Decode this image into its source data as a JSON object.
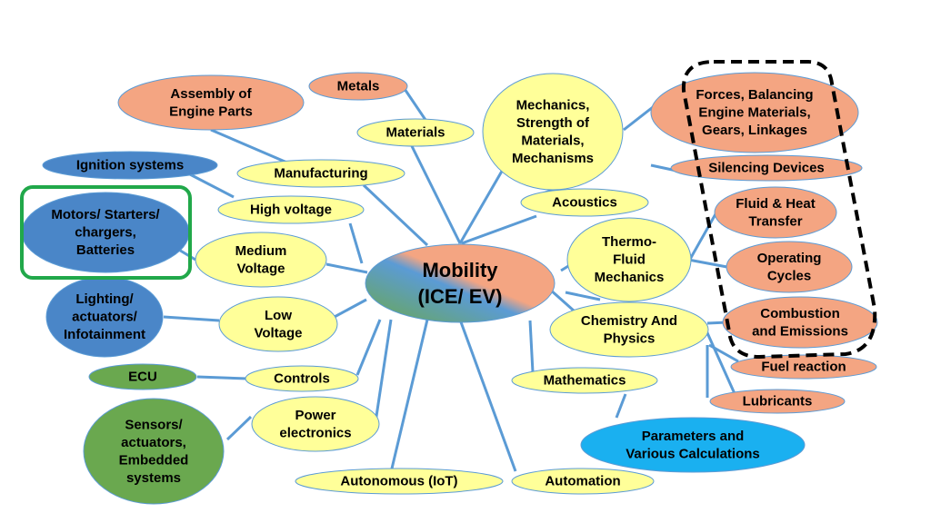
{
  "colors": {
    "link": "#5b9bd5",
    "yellow": "#ffff99",
    "salmon": "#f4a582",
    "blue_dark": "#4a86c8",
    "green": "#6aa84f",
    "cyan": "#1ab0f0",
    "center_green": "#6aa84f",
    "center_blue": "#5b9bd5",
    "center_salmon": "#f4a582",
    "highlight_green": "#21a84a",
    "highlight_dashed": "#000000",
    "text": "#000000"
  },
  "center": {
    "lines": [
      "Mobility",
      "(ICE/ EV)"
    ]
  },
  "nodes": [
    {
      "id": "assembly",
      "lines": [
        "Assembly  of",
        "Engine Parts"
      ]
    },
    {
      "id": "metals",
      "lines": [
        "Metals"
      ]
    },
    {
      "id": "materials",
      "lines": [
        "Materials"
      ]
    },
    {
      "id": "mechanics",
      "lines": [
        "Mechanics,",
        "Strength of",
        "Materials,",
        "Mechanisms"
      ]
    },
    {
      "id": "forces",
      "lines": [
        "Forces, Balancing",
        "Engine Materials,",
        "Gears, Linkages"
      ]
    },
    {
      "id": "ignition",
      "lines": [
        "Ignition systems"
      ]
    },
    {
      "id": "manufacturing",
      "lines": [
        "Manufacturing"
      ]
    },
    {
      "id": "silencing",
      "lines": [
        "Silencing Devices"
      ]
    },
    {
      "id": "highvoltage",
      "lines": [
        "High voltage"
      ]
    },
    {
      "id": "acoustics",
      "lines": [
        "Acoustics"
      ]
    },
    {
      "id": "motors",
      "lines": [
        "Motors/ Starters/",
        "chargers,",
        "Batteries"
      ]
    },
    {
      "id": "fluidheat",
      "lines": [
        "Fluid & Heat",
        "Transfer"
      ]
    },
    {
      "id": "mediumvoltage",
      "lines": [
        "Medium",
        "Voltage"
      ]
    },
    {
      "id": "thermo",
      "lines": [
        "Thermo-",
        "Fluid",
        "Mechanics"
      ]
    },
    {
      "id": "operating",
      "lines": [
        "Operating",
        "Cycles"
      ]
    },
    {
      "id": "lighting",
      "lines": [
        "Lighting/",
        "actuators/",
        "Infotainment"
      ]
    },
    {
      "id": "lowvoltage",
      "lines": [
        "Low",
        "Voltage"
      ]
    },
    {
      "id": "chemistry",
      "lines": [
        "Chemistry And",
        "Physics"
      ]
    },
    {
      "id": "combustion",
      "lines": [
        "Combustion",
        "and Emissions"
      ]
    },
    {
      "id": "ecu",
      "lines": [
        "ECU"
      ]
    },
    {
      "id": "controls",
      "lines": [
        "Controls"
      ]
    },
    {
      "id": "mathematics",
      "lines": [
        "Mathematics"
      ]
    },
    {
      "id": "fuel",
      "lines": [
        "Fuel reaction"
      ]
    },
    {
      "id": "lubricants",
      "lines": [
        "Lubricants"
      ]
    },
    {
      "id": "sensors",
      "lines": [
        "Sensors/",
        "actuators,",
        "Embedded",
        "systems"
      ]
    },
    {
      "id": "power",
      "lines": [
        "Power",
        "electronics"
      ]
    },
    {
      "id": "parameters",
      "lines": [
        "Parameters and",
        "Various Calculations"
      ]
    },
    {
      "id": "autonomous",
      "lines": [
        "Autonomous (IoT)"
      ]
    },
    {
      "id": "automation",
      "lines": [
        "Automation"
      ]
    }
  ]
}
